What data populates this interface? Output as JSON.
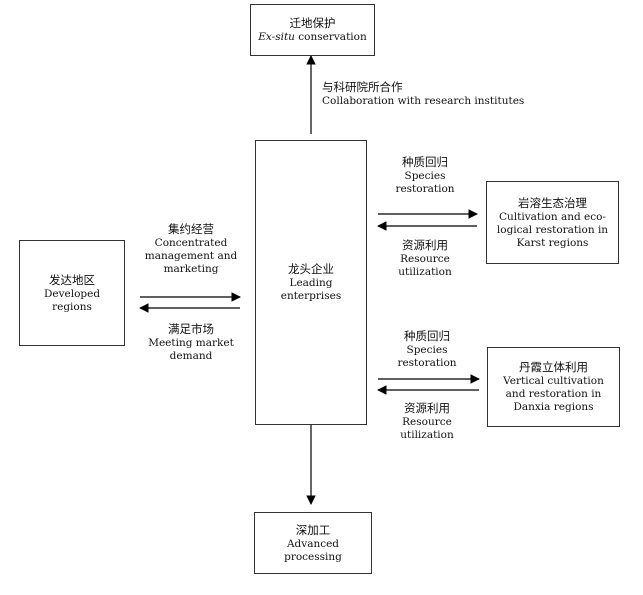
{
  "nodes": {
    "exsitu": {
      "zh": "迁地保护",
      "en_italic": "Ex-situ",
      "en": " conservation"
    },
    "developed": {
      "zh": "发达地区",
      "en": [
        "Developed",
        "regions"
      ]
    },
    "center": {
      "zh": "龙头企业",
      "en": [
        "Leading",
        "enterprises"
      ]
    },
    "karst": {
      "zh": "岩溶生态治理",
      "en": [
        "Cultivation and eco-",
        "logical restoration in",
        "Karst regions"
      ]
    },
    "danxia": {
      "zh": "丹霞立体利用",
      "en": [
        "Vertical cultivation",
        "and restoration in",
        "Danxia regions"
      ]
    },
    "processing": {
      "zh": "深加工",
      "en": [
        "Advanced",
        "processing"
      ]
    }
  },
  "labels": {
    "collab": {
      "zh": "与科研院所合作",
      "en": [
        "Collaboration with research institutes"
      ]
    },
    "concentrated": {
      "zh": "集约经营",
      "en": [
        "Concentrated",
        "management and",
        "marketing"
      ]
    },
    "meeting": {
      "zh": "满足市场",
      "en": [
        "Meeting market",
        "demand"
      ]
    },
    "species1": {
      "zh": "种质回归",
      "en": [
        "Species",
        "restoration"
      ]
    },
    "resource1": {
      "zh": "资源利用",
      "en": [
        "Resource",
        "utilization"
      ]
    },
    "species2": {
      "zh": "种质回归",
      "en": [
        "Species",
        "restoration"
      ]
    },
    "resource2": {
      "zh": "资源利用",
      "en": [
        "Resource",
        "utilization"
      ]
    }
  }
}
